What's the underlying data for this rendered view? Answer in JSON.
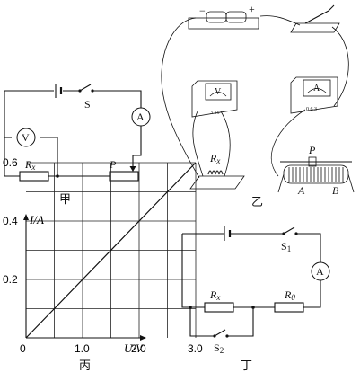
{
  "panels": {
    "jia": {
      "caption": "甲",
      "switch_label": "S",
      "voltmeter_label": "V",
      "ammeter_label": "A",
      "resistor_label": "R",
      "resistor_sub": "x",
      "rheostat_label": "P"
    },
    "yi": {
      "caption": "乙",
      "battery_minus": "−",
      "battery_plus": "+",
      "voltmeter_label": "V",
      "ammeter_label": "A",
      "voltmeter_terminals": "3 15",
      "ammeter_terminals": "0.6 3",
      "resistor_label": "R",
      "resistor_sub": "x",
      "rheostat_slider": "P",
      "terminal_a": "A",
      "terminal_b": "B"
    },
    "bing": {
      "caption": "丙"
    },
    "ding": {
      "caption": "丁",
      "switch1_label": "S",
      "switch1_sub": "1",
      "switch2_label": "S",
      "switch2_sub": "2",
      "ammeter_label": "A",
      "rx_label": "R",
      "rx_sub": "x",
      "r0_label": "R",
      "r0_sub": "0"
    }
  },
  "chart_data": {
    "type": "line",
    "xlabel": "U/V",
    "ylabel": "I/A",
    "origin_label": "0",
    "x_ticks": [
      "1.0",
      "2.0",
      "3.0"
    ],
    "y_ticks": [
      "0.2",
      "0.4",
      "0.6"
    ],
    "xlim": [
      0,
      3.0
    ],
    "ylim": [
      0,
      0.6
    ],
    "grid": true,
    "series": [
      {
        "x": [
          0,
          3.0
        ],
        "y": [
          0,
          0.6
        ]
      }
    ]
  }
}
